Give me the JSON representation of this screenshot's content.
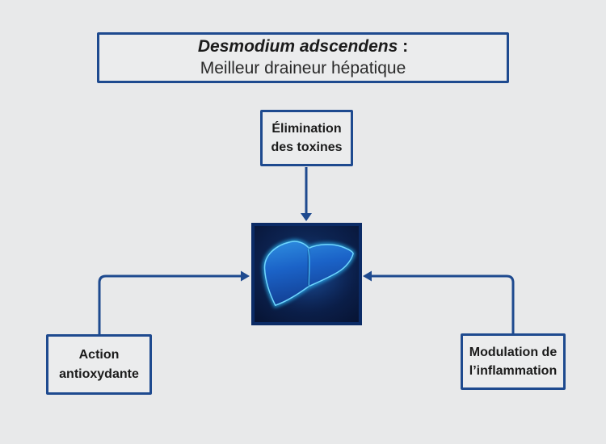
{
  "title_box": {
    "name": "Desmodium adscendens",
    "colon": " :",
    "subtitle": "Meilleur draineur hépatique"
  },
  "nodes": {
    "top": {
      "line1": "Élimination",
      "line2": "des toxines"
    },
    "left": {
      "line1": "Action",
      "line2": "antioxydante"
    },
    "right": {
      "line1": "Modulation de",
      "line2": "l’inflammation"
    }
  },
  "center": {
    "icon": "liver-icon"
  },
  "colors": {
    "page_bg": "#e8e9ea",
    "accent": "#1e4a8f",
    "box_fill": "#ebeced",
    "text": "#1b1b1b",
    "image_border": "#0b2b66",
    "image_bg": "#0a1c44",
    "liver_fill": "#1b63c8",
    "liver_glow": "#35c0f5"
  }
}
